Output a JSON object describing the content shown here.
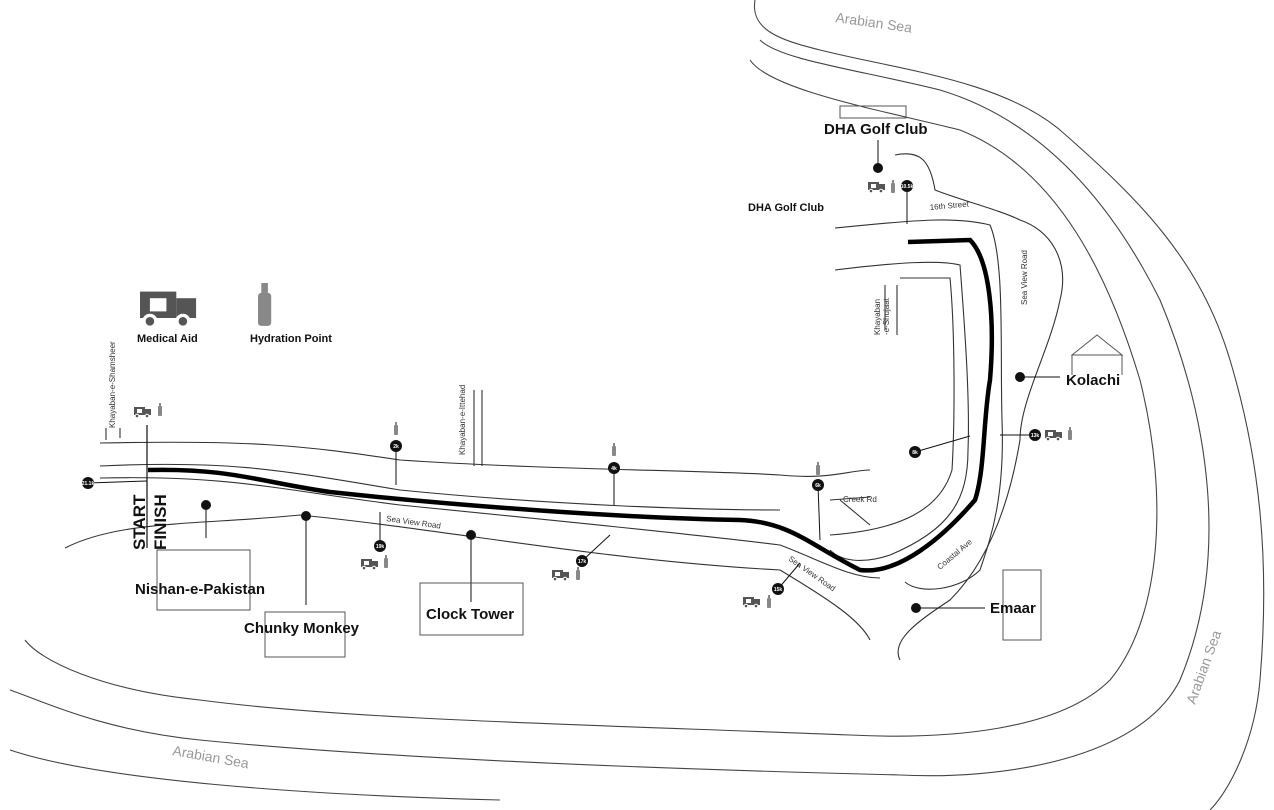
{
  "legend": {
    "medical_aid": "Medical Aid",
    "hydration_point": "Hydration Point"
  },
  "seas": {
    "top": "Arabian Sea",
    "right": "Arabian Sea",
    "bottom": "Arabian Sea"
  },
  "start_finish": {
    "start": "START",
    "finish": "FINISH"
  },
  "roads": {
    "shamsheer": "Khayaban-e-Shamsheer",
    "ittehad": "Khayaban-e-Ittehad",
    "sea_view_1": "Sea View Road",
    "sea_view_2": "Sea View Road",
    "sea_view_3": "Sea View Road",
    "creek": "Creek Rd",
    "coastal": "Coastal Ave",
    "sixteenth": "16th Street",
    "shujaat_1": "Khayaban",
    "shujaat_2": "-e-Shujaat",
    "dha_road": "DHA Golf Club"
  },
  "landmarks": {
    "dha": "DHA Golf Club",
    "kolachi": "Kolachi",
    "emaar": "Emaar",
    "nishan": "Nishan-e-Pakistan",
    "chunky": "Chunky Monkey",
    "clock": "Clock Tower"
  },
  "km_markers": {
    "k21": "21.1k",
    "k2": "2k",
    "k4": "4k",
    "k6": "6k",
    "k8": "8k",
    "k10": "10.5k",
    "k13": "13k",
    "k15": "15k",
    "k17": "17k",
    "k19": "19k"
  },
  "colors": {
    "route": "#000000",
    "icon": "#555555"
  }
}
